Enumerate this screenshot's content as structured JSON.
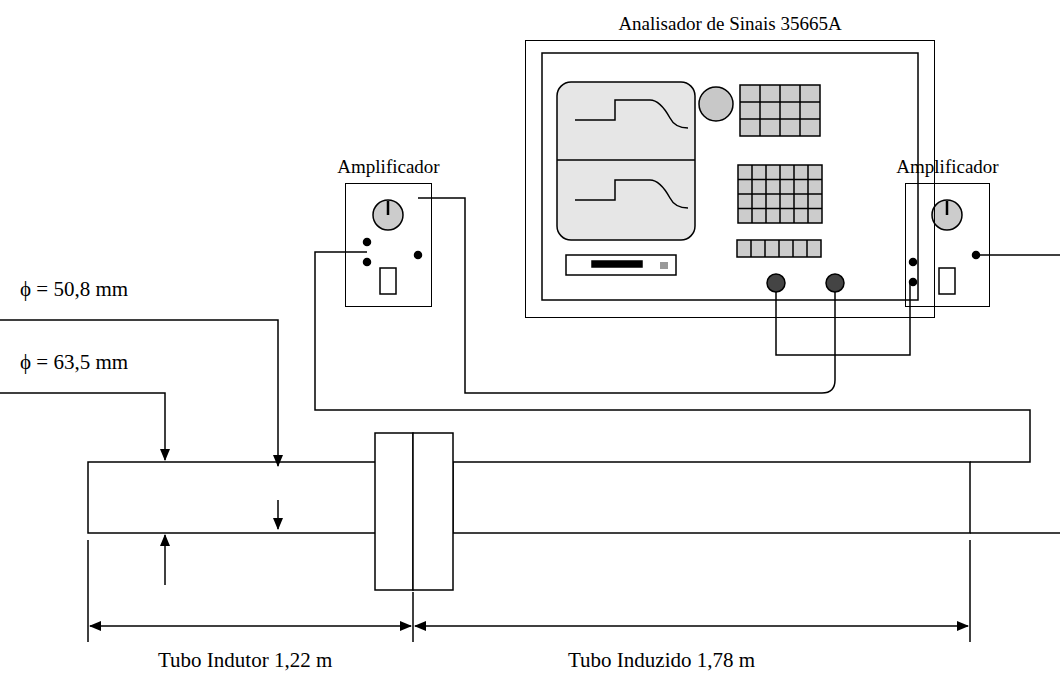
{
  "diagram": {
    "nodes": [
      {
        "text": [
          "Analisador de Sinais 35665A"
        ]
      },
      {
        "text": [
          "Amplificador"
        ]
      },
      {
        "text": [
          "Amplificador"
        ]
      }
    ],
    "edges": [
      {
        "from": 1,
        "to": 0,
        "arrow": "none"
      },
      {
        "from": 0,
        "to": 2,
        "arrow": "none"
      }
    ],
    "labels": [
      "ϕ = 50,8 mm",
      "ϕ = 63,5 mm",
      "Tubo Indutor 1,22 m",
      "Tubo Induzido 1,78 m"
    ]
  }
}
